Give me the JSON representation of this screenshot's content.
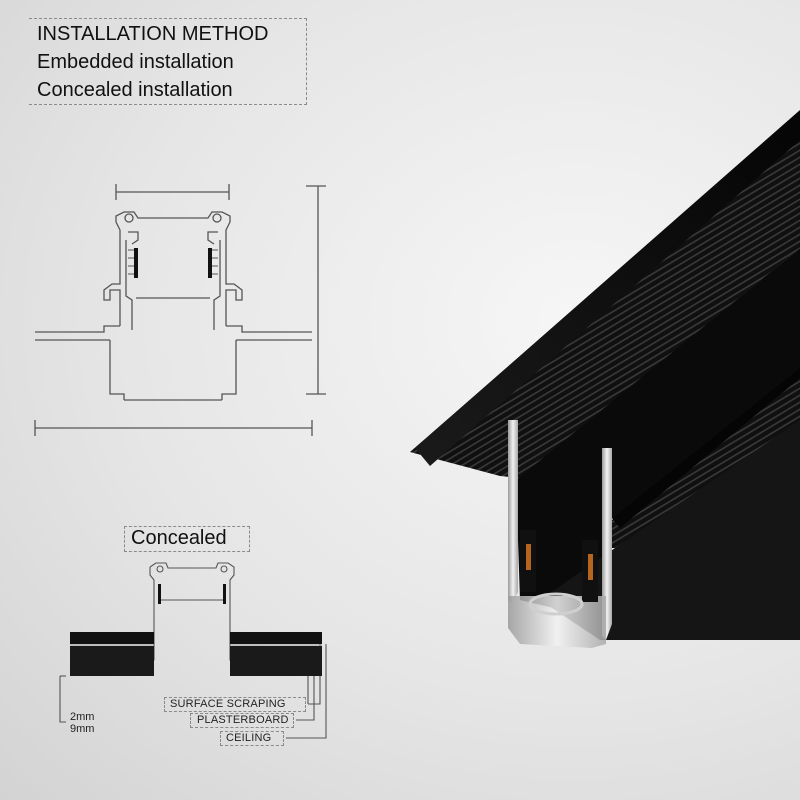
{
  "installation": {
    "heading": "INSTALLATION METHOD",
    "option_1": "Embedded installation",
    "option_2": "Concealed installation"
  },
  "concealed": {
    "title": "Concealed",
    "dim_top": "2mm",
    "dim_bottom": "9mm",
    "labels": [
      "SURFACE SCRAPING",
      "PLASTERBOARD",
      "CEILING"
    ]
  },
  "colors": {
    "line": "#555555",
    "profile_black": "#0b0b0b",
    "aluminium": "#c8c8c8",
    "label_border": "#8a8a8a"
  }
}
